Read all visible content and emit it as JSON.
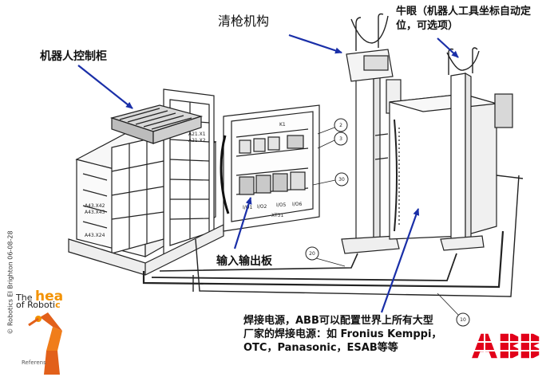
{
  "labels": {
    "controller": "机器人控制柜",
    "torch_cleaner": "清枪机构",
    "bullseye": "牛眼（机器人工具坐标自动定位，可选项）",
    "io_board": "输入输出板",
    "welding_power": "焊接电源，ABB可以配置世界上所有大型厂家的焊接电源：如 Fronius Kemppi，OTC，Panasonic，ESAB等等"
  },
  "callouts": [
    "2",
    "3",
    "30",
    "20",
    "10"
  ],
  "part_markings": {
    "controller_tags": [
      "A21.X1",
      "A21.X2",
      "A43.X42",
      "A43.X43",
      "A43.X24"
    ],
    "panel_tags": [
      "I/O1",
      "I/O2",
      "I/O5",
      "I/O6",
      "XT31",
      "K1"
    ]
  },
  "branding": {
    "tagline_line1_prefix": "The ",
    "tagline_line1_highlight": "hea",
    "tagline_line2_prefix": "of Roboti",
    "tagline_line2_highlight": "c",
    "reference": "Referens",
    "side_text": "© Robotics   EI Brighton   06-08-28",
    "logo": "ABB"
  },
  "colors": {
    "arrow": "#1a2fa8",
    "brand_orange": "#f39200",
    "abb_red": "#e2001a",
    "line_art": "#222222"
  }
}
